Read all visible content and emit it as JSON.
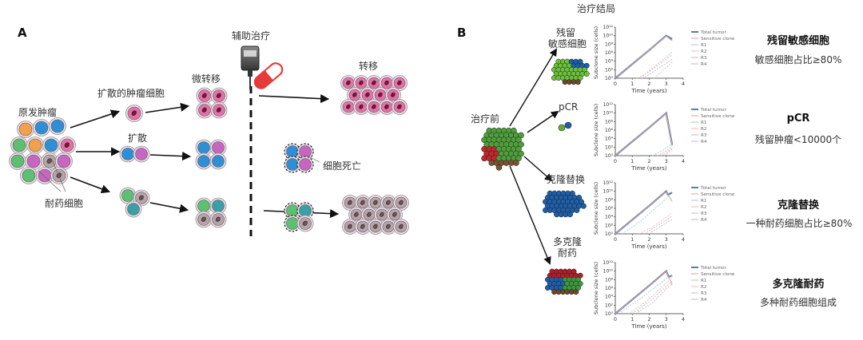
{
  "panel_a": {
    "letter": "A",
    "labels": {
      "adjuvant": "辅助治疗",
      "primary_tumor": "原发肿瘤",
      "disseminated": "扩散的肿瘤细胞",
      "micromets": "微转移",
      "spread": "扩散",
      "metastasis": "转移",
      "cell_death": "细胞死亡",
      "resistant_cells": "耐药细胞"
    }
  },
  "panel_b": {
    "letter": "B",
    "header": "治疗结局",
    "pretreatment": "治疗前",
    "rows": [
      {
        "state": "残留\n敏感细胞",
        "state_lines": [
          "残留",
          "敏感细胞"
        ],
        "title": "残留敏感细胞",
        "desc": "敏感细胞占比≥80%"
      },
      {
        "state": "pCR",
        "state_lines": [
          "pCR"
        ],
        "title": "pCR",
        "desc": "残留肿瘤<10000个"
      },
      {
        "state": "克隆替换",
        "state_lines": [
          "克隆替换"
        ],
        "title": "克隆替换",
        "desc": "一种耐药细胞占比≥80%"
      },
      {
        "state": "多克隆\n耐药",
        "state_lines": [
          "多克隆",
          "耐药"
        ],
        "title": "多克隆耐药",
        "desc": "多种耐药细胞组成"
      }
    ]
  },
  "chart_axes": {
    "ylabel": "Subclone size (cells)",
    "xlabel": "Time (years)",
    "yticks": [
      "10⁰",
      "10²",
      "10⁴",
      "10⁶",
      "10⁸",
      "10¹⁰",
      "10¹²"
    ],
    "xticks": [
      "0",
      "1",
      "2",
      "3",
      "4"
    ],
    "legend": [
      "Total tumor",
      "Sensitive clone",
      "R1",
      "R2",
      "R3",
      "R4"
    ]
  },
  "colors": {
    "total": "#5b7fa3",
    "sensitive": "#d9a0a0",
    "r1": "#9ad0c8",
    "r2": "#f2b5b5",
    "r3": "#bfbfbf",
    "r4": "#c7b3d6",
    "pink": "#e76fa8",
    "blue": "#2f8fd6",
    "teal": "#3a9fa8",
    "green": "#5cbf72",
    "gray": "#b7a3a8",
    "orange": "#f0a14a",
    "purple": "#c765c0"
  },
  "chart_data": [
    {
      "type": "line",
      "title": "",
      "xlabel": "Time (years)",
      "ylabel": "Subclone size (cells)",
      "xlim": [
        0,
        4
      ],
      "ylim_log10": [
        0,
        12
      ],
      "series": [
        {
          "name": "Total tumor",
          "x": [
            0,
            1,
            2,
            3,
            3.35
          ],
          "log10_y": [
            0,
            3.3,
            6.6,
            10,
            9.2
          ]
        },
        {
          "name": "Sensitive clone",
          "x": [
            0,
            3,
            3.35
          ],
          "log10_y": [
            0,
            9.9,
            8.8
          ]
        },
        {
          "name": "R1",
          "x": [
            1.3,
            2,
            3,
            3.35
          ],
          "log10_y": [
            0,
            1.5,
            4.5,
            5.5
          ]
        },
        {
          "name": "R2",
          "x": [
            1.5,
            2,
            3,
            3.35
          ],
          "log10_y": [
            0,
            1.8,
            5,
            6.2
          ]
        },
        {
          "name": "R3",
          "x": [
            2.3,
            3,
            3.35
          ],
          "log10_y": [
            0,
            2.5,
            3.8
          ]
        },
        {
          "name": "R4",
          "x": [
            1.6,
            2.2,
            3,
            3.35
          ],
          "log10_y": [
            0,
            1.4,
            3.5,
            4.5
          ]
        }
      ]
    },
    {
      "type": "line",
      "title": "",
      "xlabel": "Time (years)",
      "ylabel": "Subclone size (cells)",
      "xlim": [
        0,
        4
      ],
      "ylim_log10": [
        0,
        12
      ],
      "series": [
        {
          "name": "Total tumor",
          "x": [
            0,
            1,
            2,
            3,
            3.35
          ],
          "log10_y": [
            0,
            3.3,
            6.6,
            10,
            2.5
          ]
        },
        {
          "name": "Sensitive clone",
          "x": [
            0,
            3,
            3.35
          ],
          "log10_y": [
            0,
            9.9,
            2.4
          ]
        },
        {
          "name": "R1",
          "x": [
            2.2,
            2.8,
            3.35
          ],
          "log10_y": [
            0,
            1.3,
            2.8
          ]
        },
        {
          "name": "R2",
          "x": [
            2.5,
            3,
            3.35
          ],
          "log10_y": [
            0,
            1.2,
            2.3
          ]
        },
        {
          "name": "R3",
          "x": [
            2.7,
            3.35
          ],
          "log10_y": [
            0,
            1.8
          ]
        },
        {
          "name": "R4",
          "x": [
            2.9,
            3.35
          ],
          "log10_y": [
            0,
            1.5
          ]
        }
      ]
    },
    {
      "type": "line",
      "title": "",
      "xlabel": "Time (years)",
      "ylabel": "Subclone size (cells)",
      "xlim": [
        0,
        4
      ],
      "ylim_log10": [
        0,
        12
      ],
      "series": [
        {
          "name": "Total tumor",
          "x": [
            0,
            1,
            2,
            3,
            3.1,
            3.35
          ],
          "log10_y": [
            0,
            3.3,
            6.6,
            10,
            9.2,
            9.7
          ]
        },
        {
          "name": "Sensitive clone",
          "x": [
            0,
            3,
            3.35
          ],
          "log10_y": [
            0,
            9.9,
            7.6
          ]
        },
        {
          "name": "R1",
          "x": [
            0.4,
            1.5,
            3,
            3.35
          ],
          "log10_y": [
            0,
            3,
            8.3,
            9.6
          ]
        },
        {
          "name": "R2",
          "x": [
            1.4,
            2.2,
            3,
            3.35
          ],
          "log10_y": [
            0,
            1.6,
            3.9,
            5
          ]
        },
        {
          "name": "R3",
          "x": [
            1.7,
            3,
            3.35
          ],
          "log10_y": [
            0,
            3.2,
            4.2
          ]
        },
        {
          "name": "R4",
          "x": [
            2.0,
            3,
            3.35
          ],
          "log10_y": [
            0,
            2.6,
            3.4
          ]
        }
      ]
    },
    {
      "type": "line",
      "title": "",
      "xlabel": "Time (years)",
      "ylabel": "Subclone size (cells)",
      "xlim": [
        0,
        4
      ],
      "ylim_log10": [
        0,
        12
      ],
      "series": [
        {
          "name": "Total tumor",
          "x": [
            0,
            1,
            2,
            3,
            3.15,
            3.35
          ],
          "log10_y": [
            0,
            3.3,
            6.6,
            10,
            8.6,
            9.0
          ]
        },
        {
          "name": "Sensitive clone",
          "x": [
            0,
            3,
            3.35
          ],
          "log10_y": [
            0,
            9.9,
            6.8
          ]
        },
        {
          "name": "R1",
          "x": [
            0.2,
            1.5,
            3,
            3.35
          ],
          "log10_y": [
            0,
            3.6,
            8.2,
            9.0
          ]
        },
        {
          "name": "R2",
          "x": [
            0.8,
            2,
            3,
            3.35
          ],
          "log10_y": [
            0,
            3.4,
            7.2,
            8.4
          ]
        },
        {
          "name": "R3",
          "x": [
            1.0,
            2,
            3,
            3.35
          ],
          "log10_y": [
            0,
            2.8,
            6.4,
            7.6
          ]
        },
        {
          "name": "R4",
          "x": [
            1.2,
            2.2,
            3,
            3.35
          ],
          "log10_y": [
            0,
            2.6,
            5.8,
            7.0
          ]
        }
      ]
    }
  ]
}
